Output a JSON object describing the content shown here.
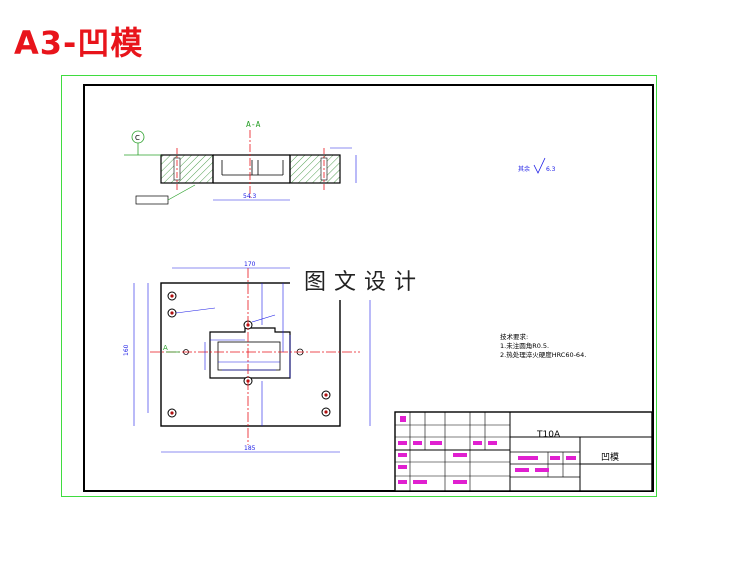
{
  "page": {
    "title": "A3-凹模"
  },
  "drawing": {
    "section_label": "A-A",
    "datum_label": "C",
    "watermark": "图文设计",
    "roughness_note": "其余",
    "roughness_value": "6.3",
    "section_arrow_label": "A",
    "notes": {
      "heading": "技术要求:",
      "line1": "1.未注圆角R0.5.",
      "line2": "2.热处理淬火硬度HRC60-64."
    },
    "dimensions": {
      "section_bore": "54.3",
      "top_width": "170",
      "bottom_width": "185",
      "overall_height": "160"
    }
  },
  "title_block": {
    "material": "T10A",
    "part_name": "凹模"
  },
  "colors": {
    "title": "#e8141b",
    "outer_frame": "#3fdc3f",
    "center_lines": "#e8141b",
    "dimensions": "#1a1ae6",
    "hatch": "#2a8a2a",
    "highlight": "#e020d0"
  }
}
